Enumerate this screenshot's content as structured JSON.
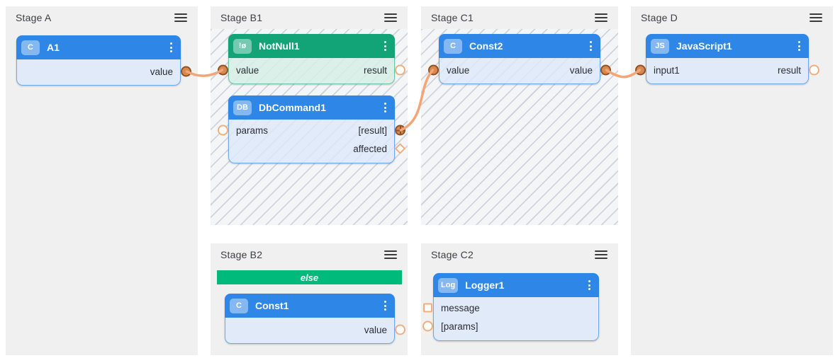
{
  "colors": {
    "node_blue": "#2e86e7",
    "node_blue_body": "#dde9f8",
    "node_green": "#12a377",
    "node_green_body": "#d6eee5",
    "else_bar_green": "#00ba7c",
    "wire_orange": "#f2a678",
    "port_fill_orange": "#d9884e",
    "port_ring_brown": "#8f5224",
    "port_hollow_ring": "#efae7e",
    "stage_bg": "#f0f0f1",
    "hatch_line": "#cfd4dc"
  },
  "stages": [
    {
      "title": "Stage A"
    },
    {
      "title": "Stage B1"
    },
    {
      "title": "Stage B2",
      "else_label": "else"
    },
    {
      "title": "Stage C1"
    },
    {
      "title": "Stage C2"
    },
    {
      "title": "Stage D"
    }
  ],
  "nodes": {
    "a1": {
      "badge": "C",
      "name": "A1",
      "ports": {
        "value_out": "value"
      }
    },
    "notnull1": {
      "badge": "!ø",
      "name": "NotNull1",
      "ports": {
        "value_in": "value",
        "result_out": "result"
      }
    },
    "dbcommand1": {
      "badge": "DB",
      "name": "DbCommand1",
      "ports": {
        "params_in": "params",
        "result_out": "[result]",
        "affected_out": "affected"
      }
    },
    "const1": {
      "badge": "C",
      "name": "Const1",
      "ports": {
        "value_out": "value"
      }
    },
    "const2": {
      "badge": "C",
      "name": "Const2",
      "ports": {
        "value_in": "value",
        "value_out": "value"
      }
    },
    "logger1": {
      "badge": "Log",
      "name": "Logger1",
      "ports": {
        "message_in": "message",
        "params_in": "[params]"
      }
    },
    "javascript1": {
      "badge": "JS",
      "name": "JavaScript1",
      "ports": {
        "input1_in": "input1",
        "result_out": "result"
      }
    }
  },
  "connections": [
    {
      "from": "A1.value",
      "to": "NotNull1.value"
    },
    {
      "from": "DbCommand1.[result]",
      "to": "Const2.value"
    },
    {
      "from": "Const2.value",
      "to": "JavaScript1.input1"
    }
  ]
}
